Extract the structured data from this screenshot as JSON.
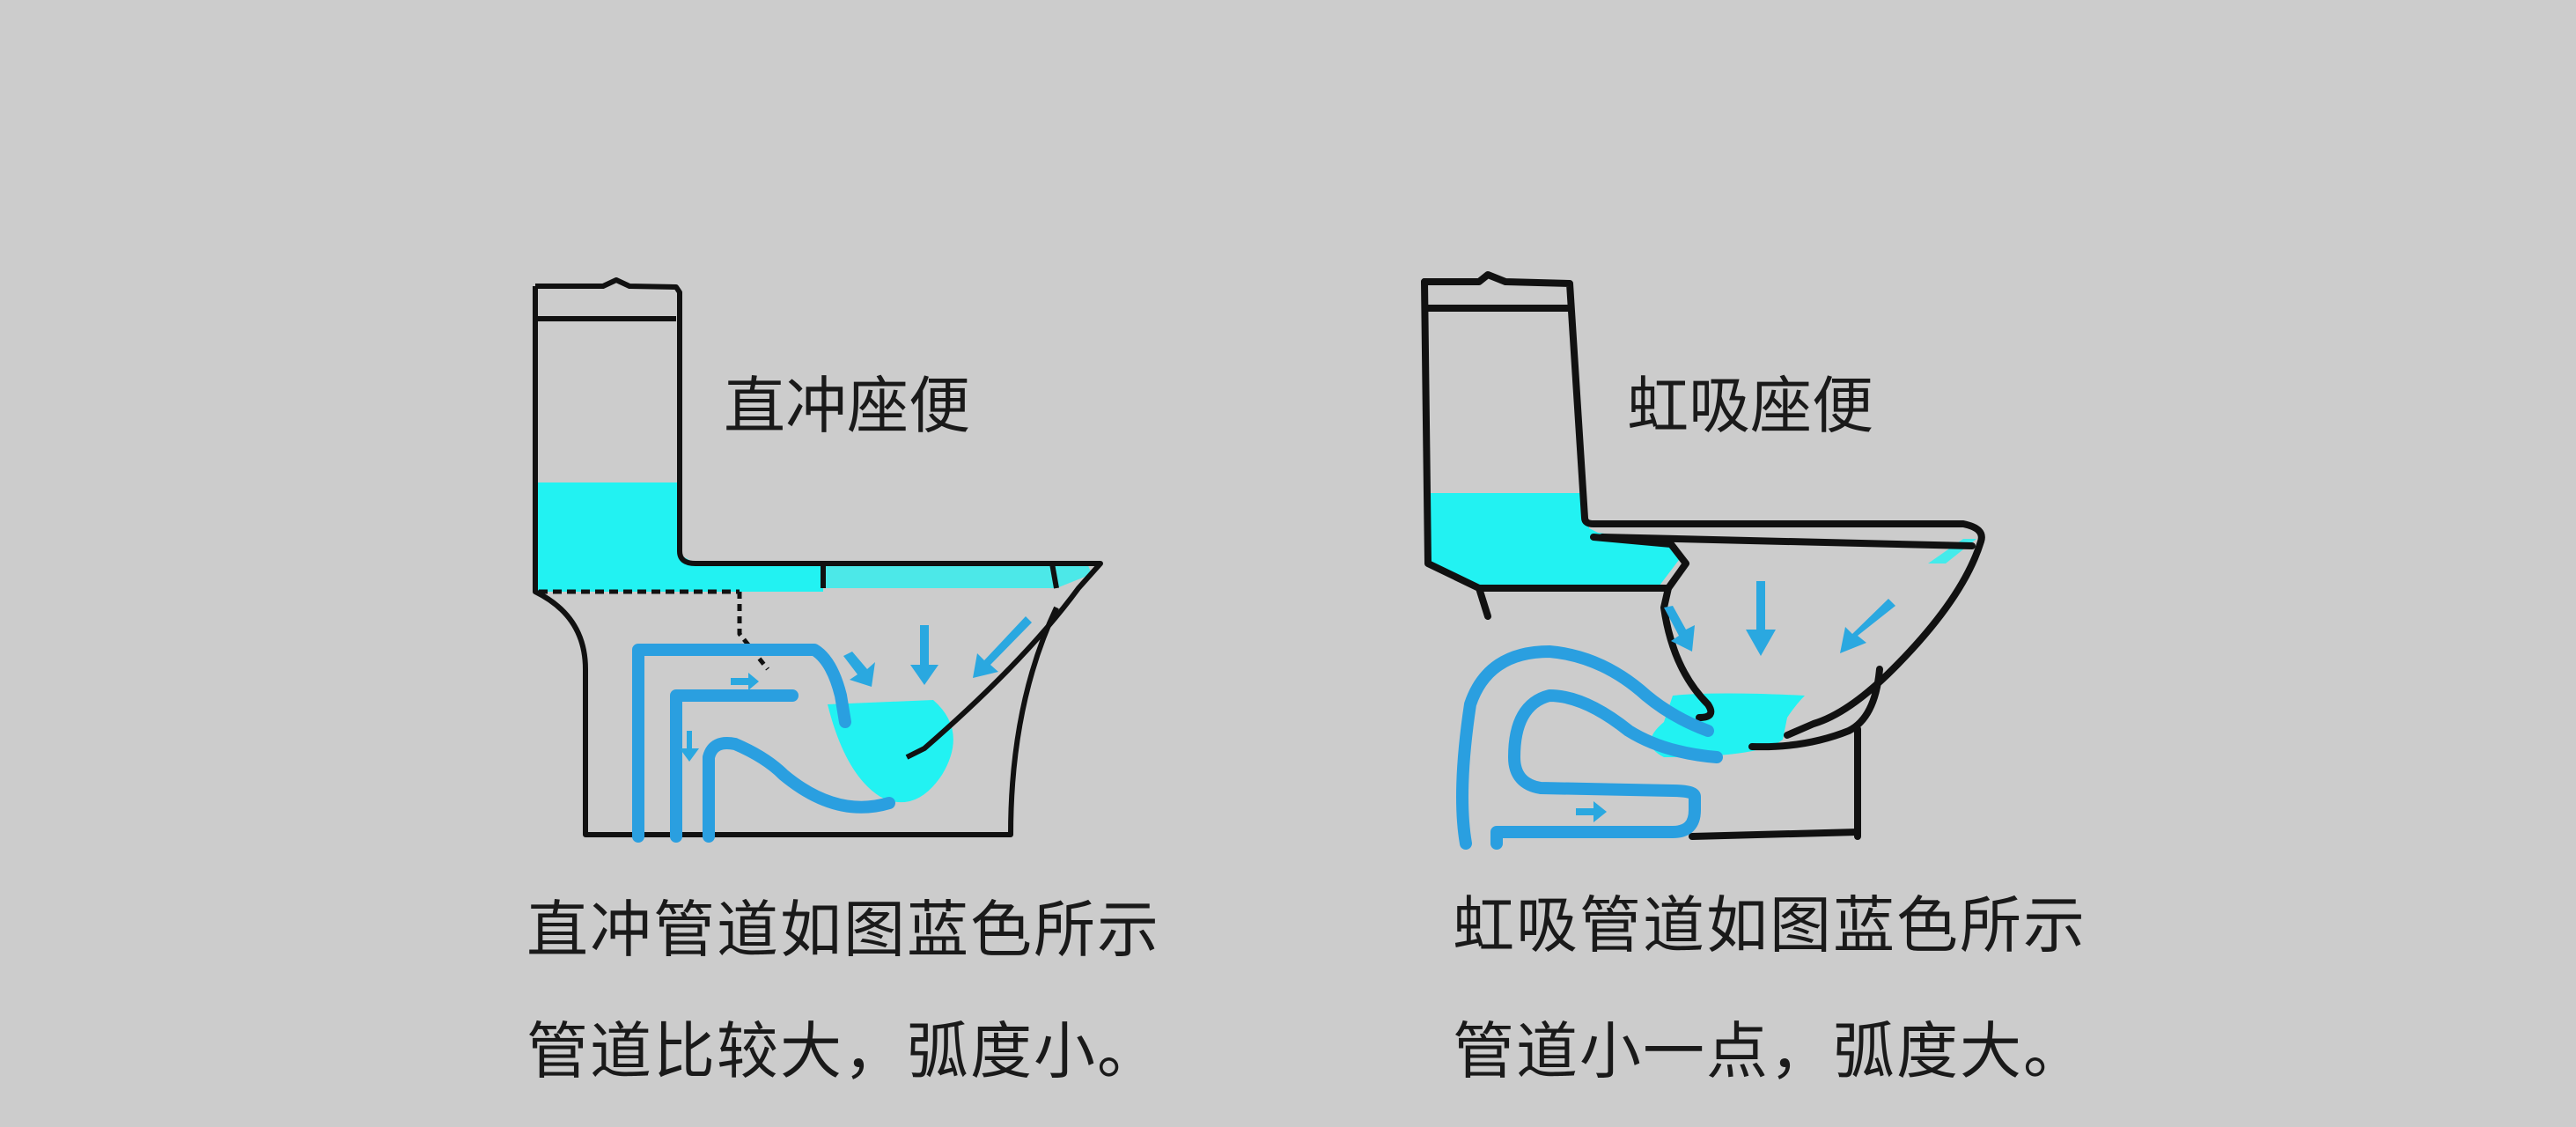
{
  "colors": {
    "background": "#cccccc",
    "outline": "#111111",
    "water": "#22f2f2",
    "pipe": "#2a9fe0",
    "arrow": "#2aa8e0"
  },
  "left": {
    "title": "直冲座便",
    "caption_line1": "直冲管道如图蓝色所示",
    "caption_line2": "管道比较大，弧度小。"
  },
  "right": {
    "title": "虹吸座便",
    "caption_line1": "虹吸管道如图蓝色所示",
    "caption_line2": "管道小一点，弧度大。"
  }
}
